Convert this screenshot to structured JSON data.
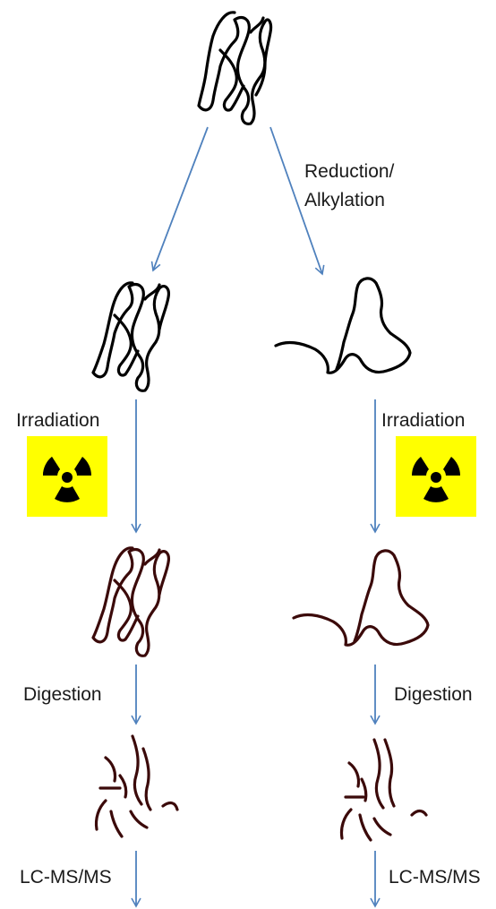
{
  "colors": {
    "arrow": "#4f81bd",
    "native_protein": "#000000",
    "oxidized_protein": "#3b0a0a",
    "radiation_bg": "#ffff00",
    "radiation_symbol": "#000000"
  },
  "labels": {
    "reduction": "Reduction/",
    "alkylation": "Alkylation",
    "irradiation_left": "Irradiation",
    "irradiation_right": "Irradiation",
    "digestion_left": "Digestion",
    "digestion_right": "Digestion",
    "lcms_left": "LC-MS/MS",
    "lcms_right": "LC-MS/MS"
  },
  "icons": {
    "radiation_left": "radiation-warning-icon",
    "radiation_right": "radiation-warning-icon"
  }
}
